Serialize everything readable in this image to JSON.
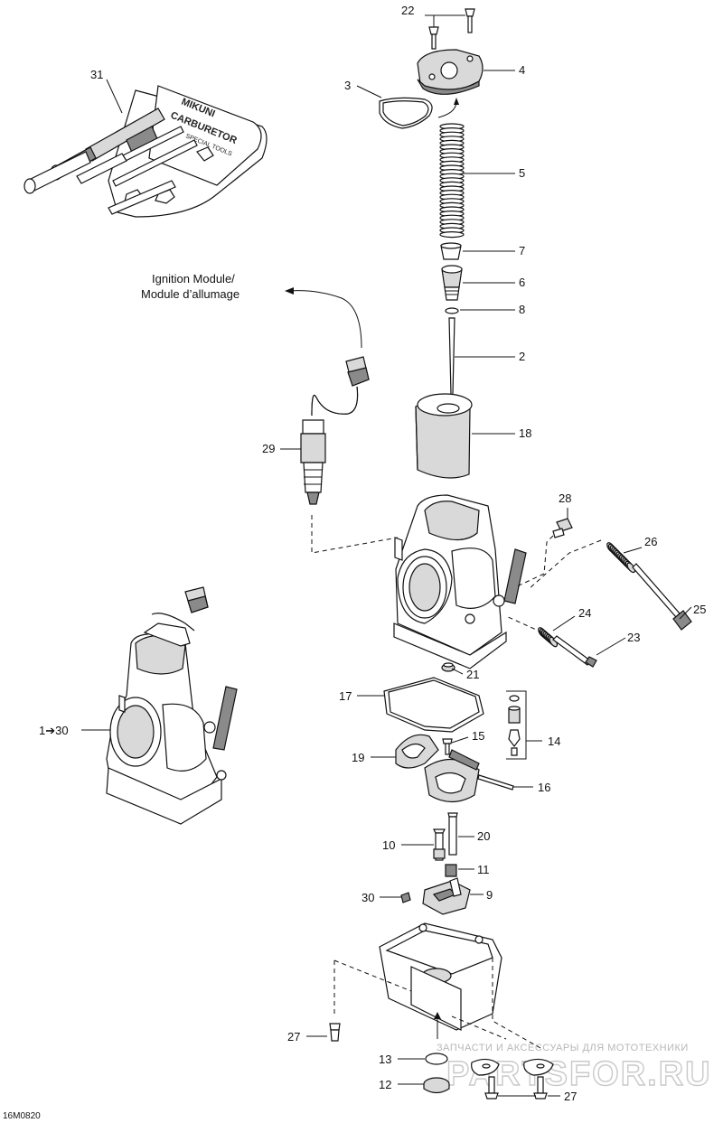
{
  "destination_label": {
    "line1": "Ignition Module/",
    "line2": "Module d’allumage"
  },
  "tool_kit_text": {
    "brand": "MIKUNI",
    "product": "CARBURETOR",
    "sub": "SPECIAL TOOLS"
  },
  "callouts": {
    "c22": "22",
    "c4": "4",
    "c3": "3",
    "c31": "31",
    "c5": "5",
    "c7": "7",
    "c6": "6",
    "c8": "8",
    "c2": "2",
    "c18": "18",
    "c29": "29",
    "c28": "28",
    "c26": "26",
    "c25": "25",
    "c24": "24",
    "c23": "23",
    "c21": "21",
    "c17": "17",
    "c14": "14",
    "c15": "15",
    "c19": "19",
    "c16": "16",
    "c20": "20",
    "c10": "10",
    "c11": "11",
    "c9": "9",
    "c30": "30",
    "c1_30": "1➔30",
    "c27a": "27",
    "c13": "13",
    "c12": "12",
    "c27b": "27"
  },
  "figure_code": "16M0820",
  "watermark": {
    "line1": "ЗАПЧАСТИ И АКСЕССУАРЫ ДЛЯ МОТОТЕХНИКИ",
    "line2": "PARTSFOR.RU"
  }
}
